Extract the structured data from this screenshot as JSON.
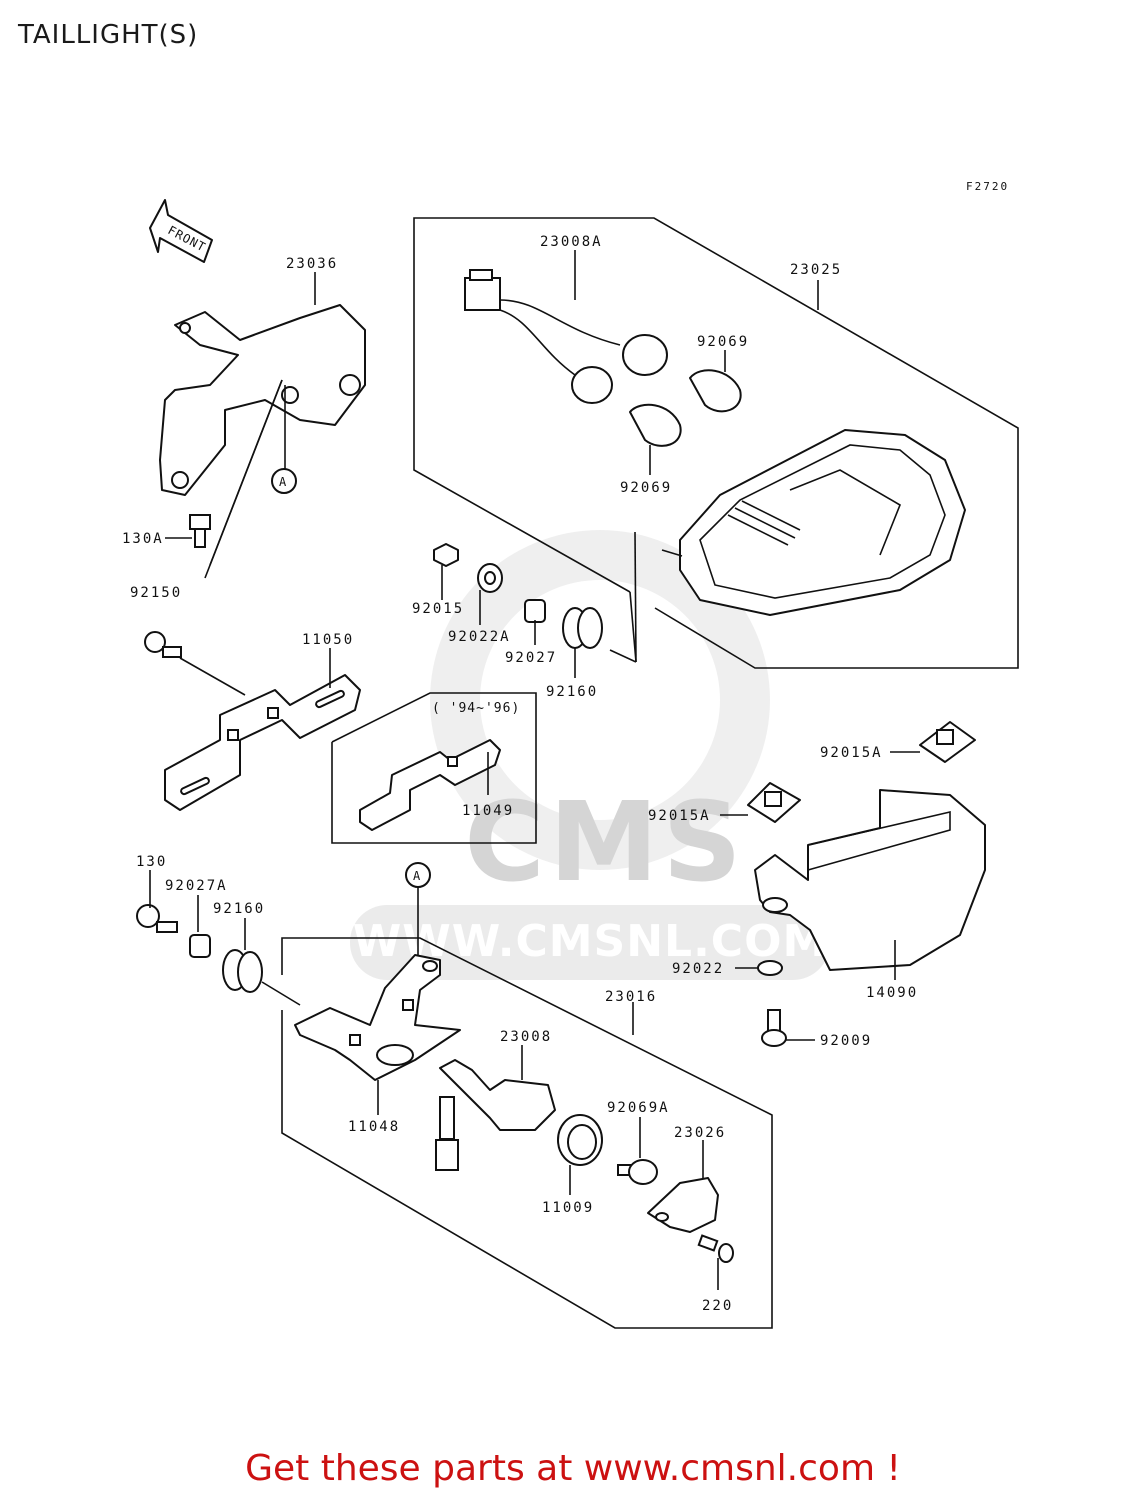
{
  "page": {
    "title": "TAILLIGHT(S)",
    "footer": "Get these parts at www.cmsnl.com !",
    "figure_code": "F2720",
    "front_label": "FRONT",
    "group_label": "( '94~'96)",
    "ref_marker": "A",
    "watermark": {
      "text": "CMS",
      "url": "WWW.CMSNL.COM"
    }
  },
  "parts": {
    "p23036": "23036",
    "p23008A": "23008A",
    "p23025": "23025",
    "p92069_a": "92069",
    "p92069_b": "92069",
    "p130A": "130A",
    "p92150": "92150",
    "p92015": "92015",
    "p92022A": "92022A",
    "p92027": "92027",
    "p92160_a": "92160",
    "p11050": "11050",
    "p11049": "11049",
    "p92015A_a": "92015A",
    "p92015A_b": "92015A",
    "p130": "130",
    "p92027A": "92027A",
    "p92160_b": "92160",
    "p23016": "23016",
    "p92022": "92022",
    "p14090": "14090",
    "p92009": "92009",
    "p23008": "23008",
    "p11048": "11048",
    "p92069A": "92069A",
    "p23026": "23026",
    "p11009": "11009",
    "p220": "220"
  }
}
